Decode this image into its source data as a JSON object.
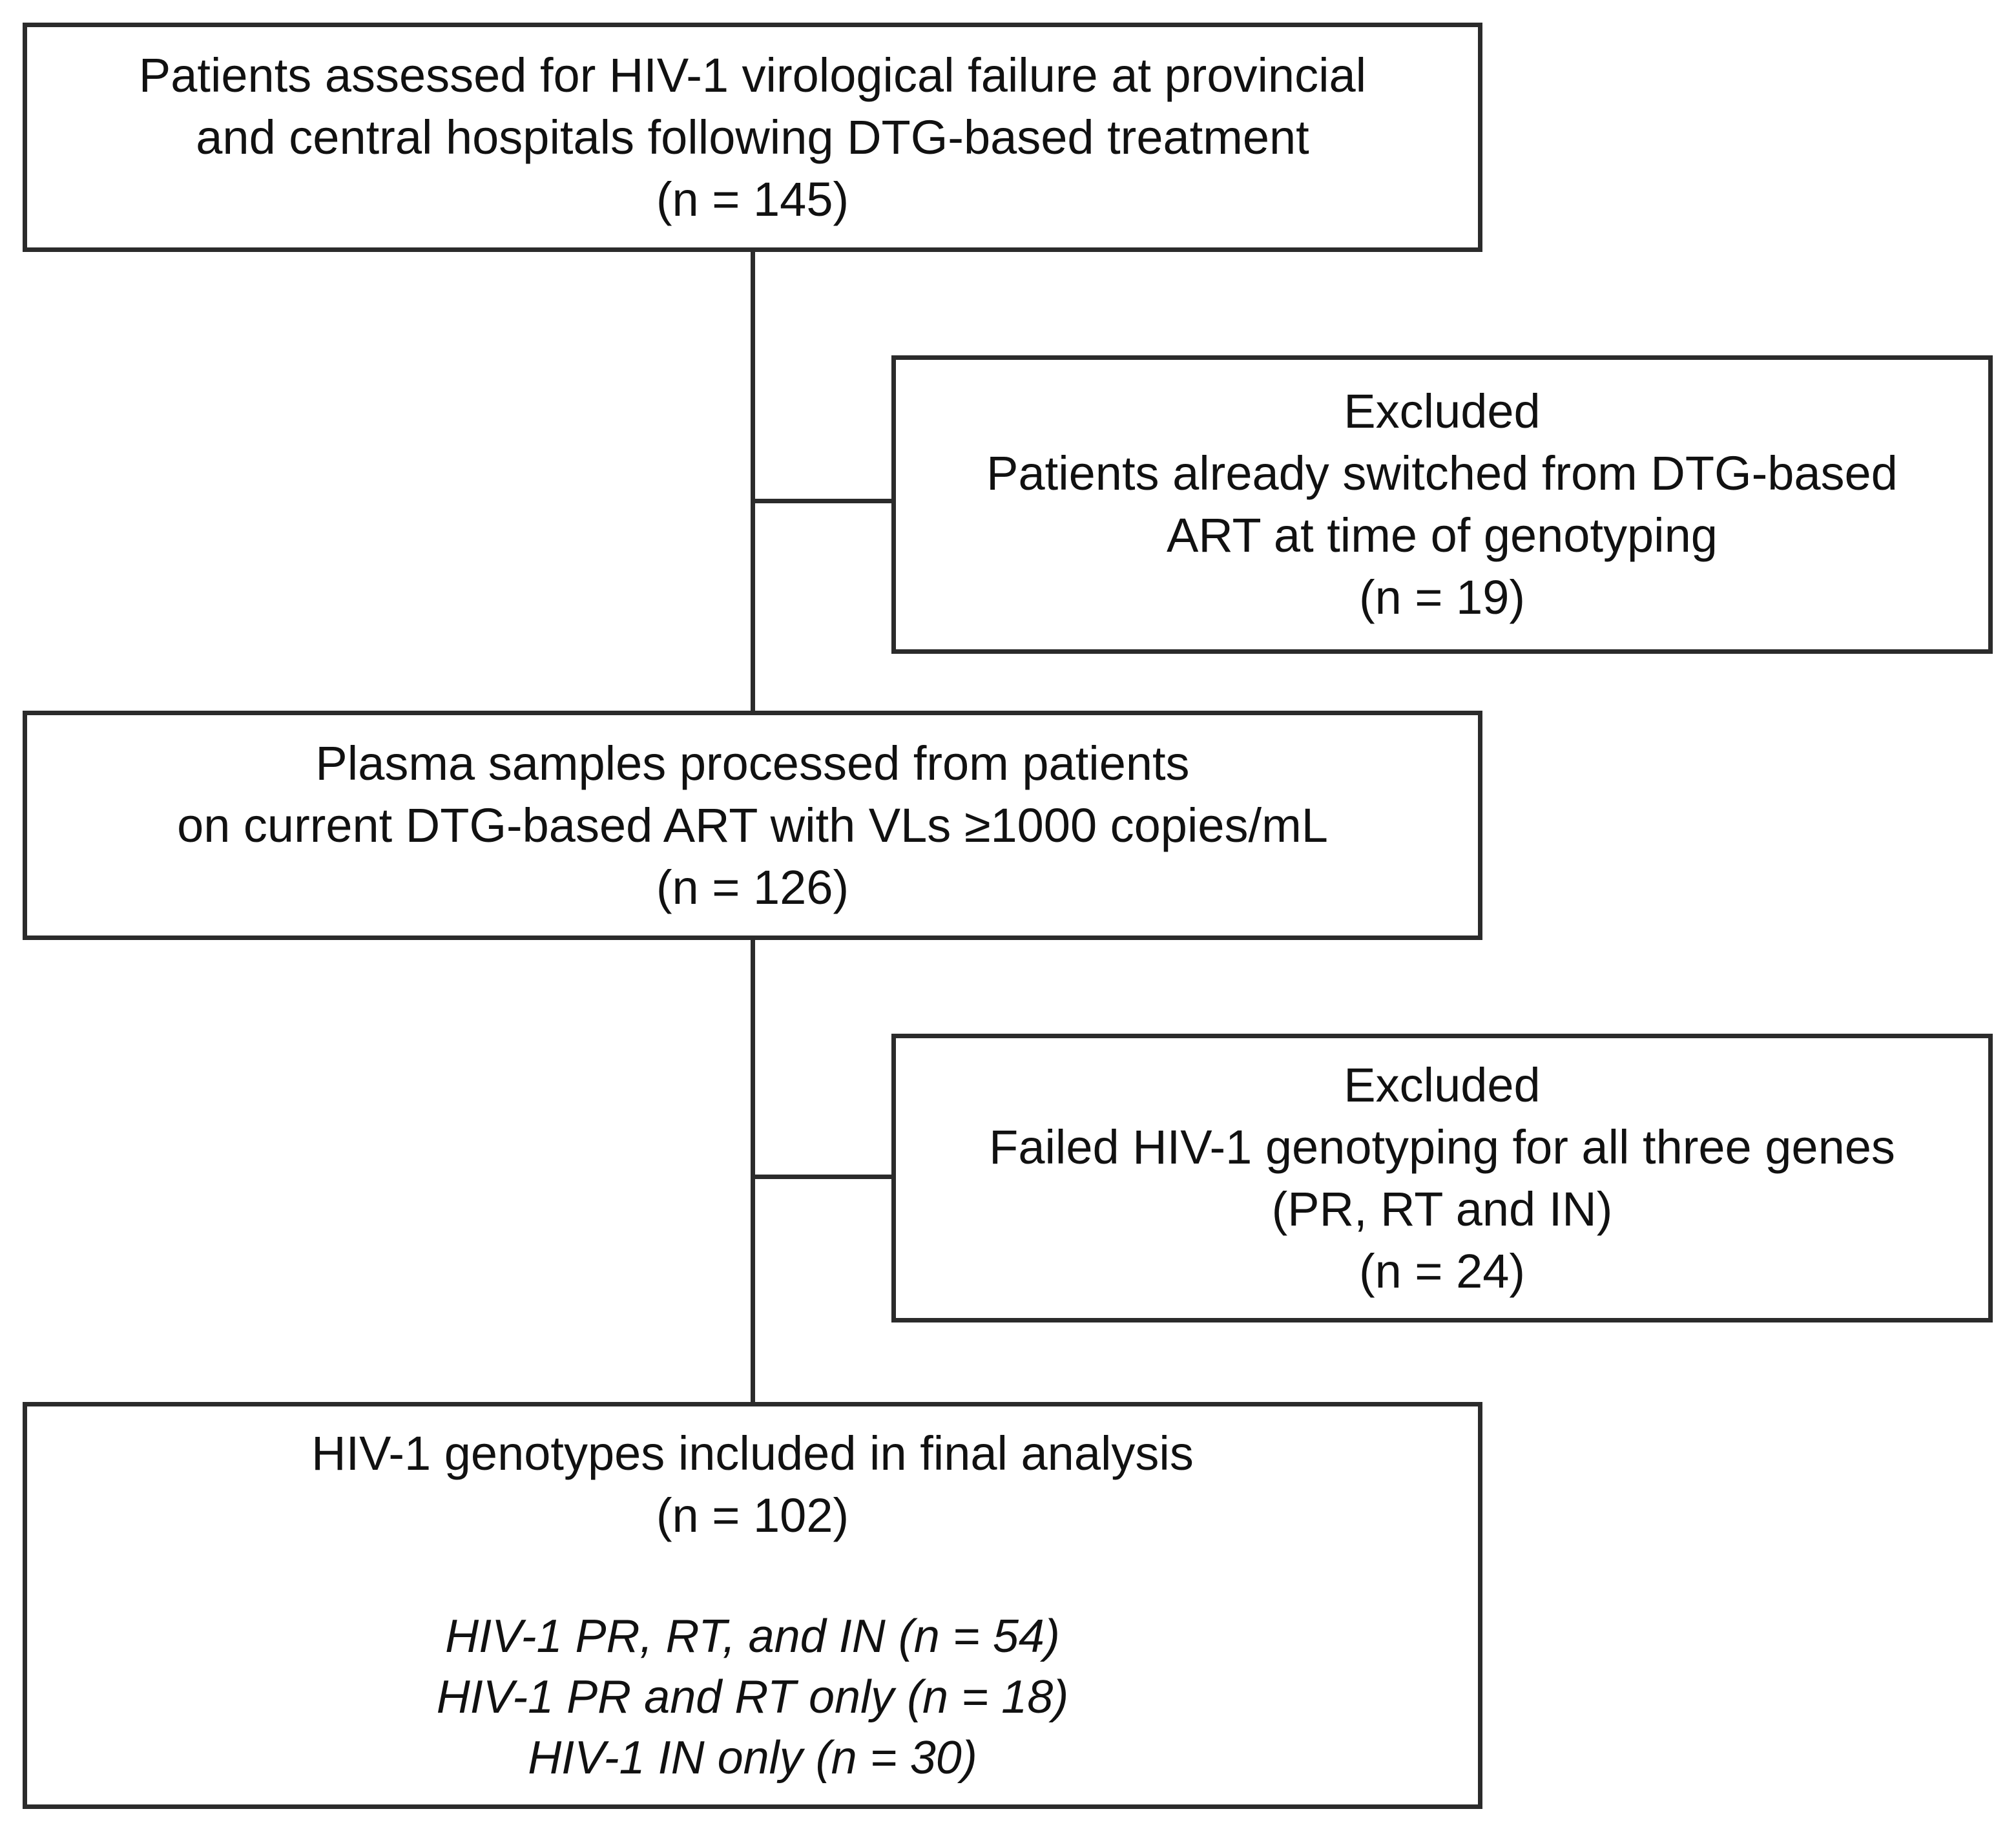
{
  "boxes": {
    "assessed": {
      "lines": [
        "Patients assessed for HIV-1 virological failure at provincial",
        "and central hospitals following DTG-based treatment",
        "(n = 145)"
      ]
    },
    "excluded_switched": {
      "lines": [
        "Excluded",
        "Patients already switched from DTG-based",
        "ART at time of genotyping",
        "(n = 19)"
      ]
    },
    "plasma": {
      "lines": [
        "Plasma samples processed from patients",
        "on current DTG-based ART with VLs ≥1000 copies/mL",
        "(n = 126)"
      ]
    },
    "excluded_failed": {
      "lines": [
        "Excluded",
        "Failed HIV-1 genotyping for all three genes",
        "(PR, RT and IN)",
        "(n = 24)"
      ]
    },
    "final": {
      "main_lines": [
        "HIV-1 genotypes included in final analysis",
        "(n = 102)"
      ],
      "breakdown_lines": [
        "HIV-1 PR, RT, and IN (n = 54)",
        "HIV-1 PR and RT only (n = 18)",
        "HIV-1 IN only (n = 30)"
      ]
    }
  }
}
